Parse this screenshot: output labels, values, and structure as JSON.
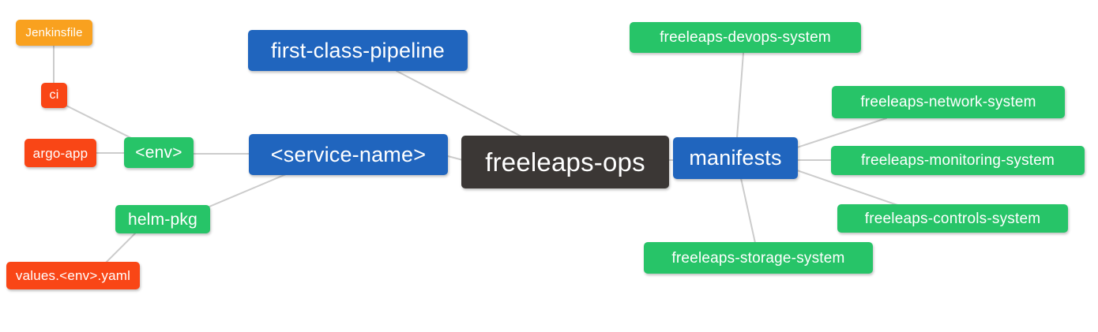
{
  "diagram": {
    "type": "mindmap",
    "root": "freeleaps-ops",
    "background": "#ffffff"
  },
  "colors": {
    "orange": "#f9a11f",
    "red": "#f94616",
    "green": "#27c468",
    "blue": "#2065be",
    "dark": "#3b3735",
    "edge": "#cccccc",
    "text": "#ffffff"
  },
  "nodes": {
    "jenkinsfile": {
      "label": "Jenkinsfile",
      "color": "#f9a11f"
    },
    "ci": {
      "label": "ci",
      "color": "#f94616"
    },
    "argo_app": {
      "label": "argo-app",
      "color": "#f94616"
    },
    "env": {
      "label": "<env>",
      "color": "#27c468"
    },
    "helm_pkg": {
      "label": "helm-pkg",
      "color": "#27c468"
    },
    "values_env_yaml": {
      "label": "values.<env>.yaml",
      "color": "#f94616"
    },
    "first_class_pipeline": {
      "label": "first-class-pipeline",
      "color": "#2065be"
    },
    "service_name": {
      "label": "<service-name>",
      "color": "#2065be"
    },
    "freeleaps_ops": {
      "label": "freeleaps-ops",
      "color": "#3b3735"
    },
    "manifests": {
      "label": "manifests",
      "color": "#2065be"
    },
    "devops_system": {
      "label": "freeleaps-devops-system",
      "color": "#27c468"
    },
    "network_system": {
      "label": "freeleaps-network-system",
      "color": "#27c468"
    },
    "monitoring_system": {
      "label": "freeleaps-monitoring-system",
      "color": "#27c468"
    },
    "controls_system": {
      "label": "freeleaps-controls-system",
      "color": "#27c468"
    },
    "storage_system": {
      "label": "freeleaps-storage-system",
      "color": "#27c468"
    }
  },
  "edges": [
    {
      "from": "Jenkinsfile",
      "to": "ci"
    },
    {
      "from": "ci",
      "to": "<env>"
    },
    {
      "from": "argo-app",
      "to": "<env>"
    },
    {
      "from": "<env>",
      "to": "<service-name>"
    },
    {
      "from": "<service-name>",
      "to": "freeleaps-ops"
    },
    {
      "from": "first-class-pipeline",
      "to": "freeleaps-ops"
    },
    {
      "from": "<service-name>",
      "to": "helm-pkg"
    },
    {
      "from": "helm-pkg",
      "to": "values.<env>.yaml"
    },
    {
      "from": "freeleaps-ops",
      "to": "manifests"
    },
    {
      "from": "manifests",
      "to": "freeleaps-devops-system"
    },
    {
      "from": "manifests",
      "to": "freeleaps-network-system"
    },
    {
      "from": "manifests",
      "to": "freeleaps-monitoring-system"
    },
    {
      "from": "manifests",
      "to": "freeleaps-controls-system"
    },
    {
      "from": "manifests",
      "to": "freeleaps-storage-system"
    }
  ]
}
